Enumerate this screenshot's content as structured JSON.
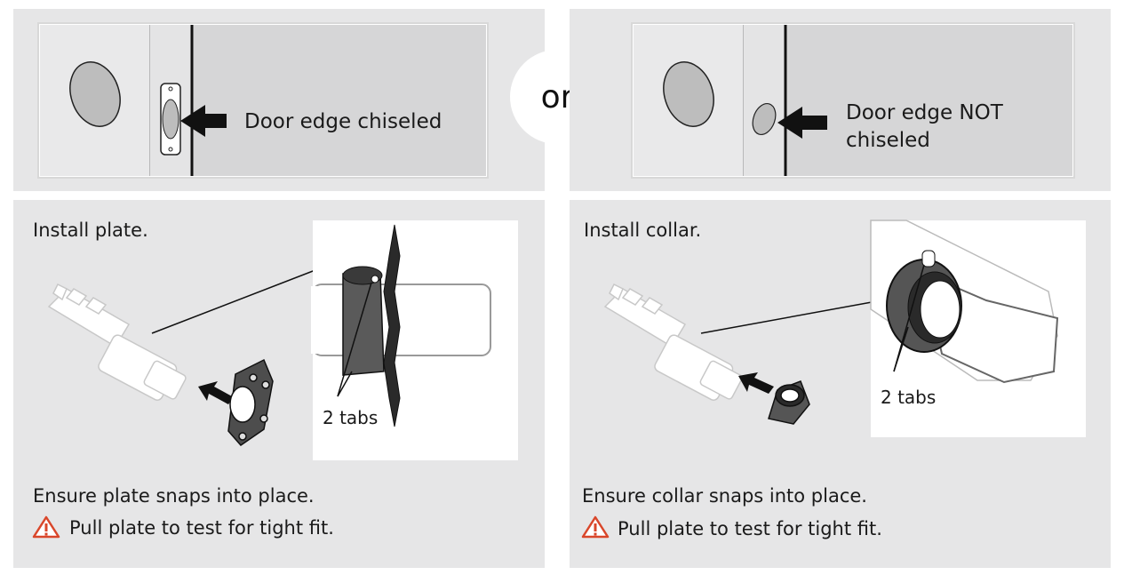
{
  "top_left": {
    "caption": "Door edge chiseled"
  },
  "separator": {
    "label": "or"
  },
  "top_right": {
    "caption_line1": "Door edge NOT",
    "caption_line2": "chiseled"
  },
  "bottom_left": {
    "title": "Install plate.",
    "tabs_label": "2 tabs",
    "ensure": "Ensure plate snaps into place.",
    "warning": "Pull plate to test for tight fit."
  },
  "bottom_right": {
    "title": "Install collar.",
    "tabs_label": "2 tabs",
    "ensure": "Ensure collar snaps into place.",
    "warning": "Pull plate to test for tight fit."
  },
  "colors": {
    "panel": "#e6e6e7",
    "door": "#d6d6d7",
    "warning": "#d9472b"
  },
  "icons": [
    "warning-triangle-icon",
    "arrow-icon"
  ]
}
